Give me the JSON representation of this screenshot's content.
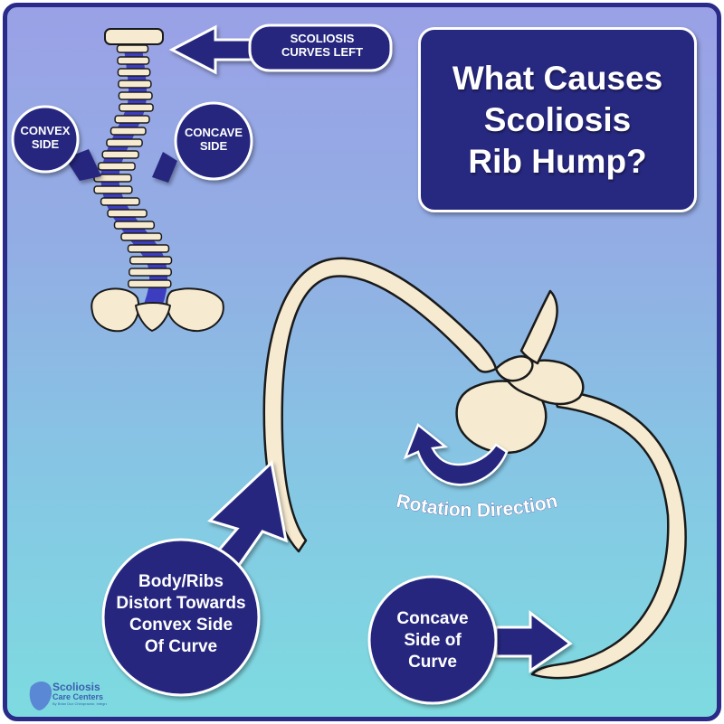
{
  "title": {
    "line1": "What Causes",
    "line2": "Scoliosis",
    "line3": "Rib Hump?"
  },
  "labels": {
    "curves_left": {
      "line1": "SCOLIOSIS",
      "line2": "CURVES LEFT"
    },
    "convex_side": {
      "line1": "CONVEX",
      "line2": "SIDE"
    },
    "concave_side": {
      "line1": "CONCAVE",
      "line2": "SIDE"
    },
    "rotation": "Rotation Direction",
    "body_ribs": {
      "line1": "Body/Ribs",
      "line2": "Distort Towards",
      "line3": "Convex Side",
      "line4": "Of Curve"
    },
    "concave_curve": {
      "line1": "Concave",
      "line2": "Side of",
      "line3": "Curve"
    }
  },
  "logo": {
    "name_line1": "Scoliosis",
    "name_line2": "Care Centers",
    "tagline": "By Brian Dux Chiropractor, Integrative Spine Care"
  },
  "colors": {
    "navy": "#27287f",
    "bone": "#f6ead0",
    "outline": "#1a1a1a",
    "frame": "#2a2a88",
    "spine_disc": "#3d3dbf"
  }
}
